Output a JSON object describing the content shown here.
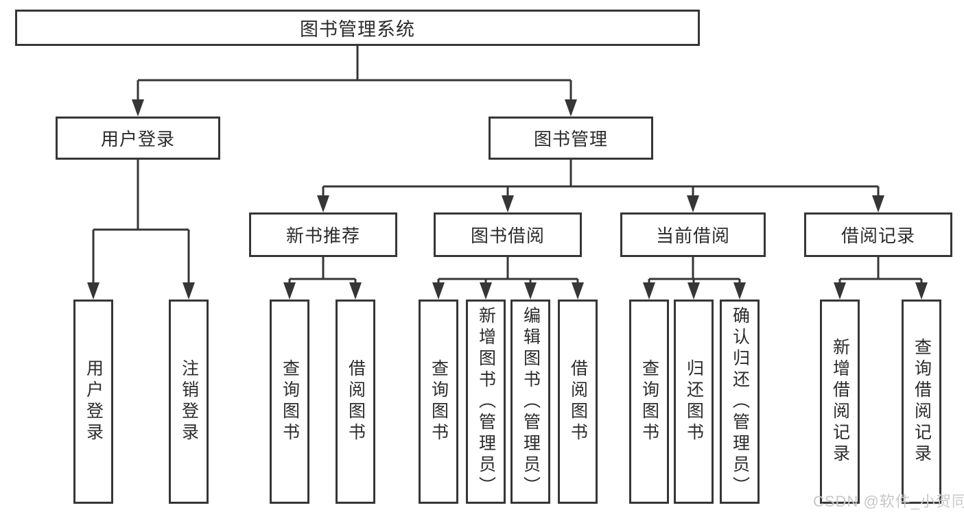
{
  "diagram": {
    "root": {
      "label": "图书管理系统"
    },
    "level2": {
      "user_login": {
        "label": "用户登录"
      },
      "book_management": {
        "label": "图书管理"
      }
    },
    "level3": {
      "new_book_recommend": {
        "label": "新书推荐"
      },
      "book_borrowing": {
        "label": "图书借阅"
      },
      "current_borrowing": {
        "label": "当前借阅"
      },
      "borrowing_records": {
        "label": "借阅记录"
      }
    },
    "leaves": {
      "user_login": {
        "label": "用户登录"
      },
      "logout": {
        "label": "注销登录"
      },
      "rec_query_books": {
        "label": "查询图书"
      },
      "rec_borrow_books": {
        "label": "借阅图书"
      },
      "bor_query_books": {
        "label": "查询图书"
      },
      "bor_add_books_admin": {
        "label": "新增图书（管理员）"
      },
      "bor_edit_books_admin": {
        "label": "编辑图书（管理员）"
      },
      "bor_borrow_books": {
        "label": "借阅图书"
      },
      "cur_query_books": {
        "label": "查询图书"
      },
      "cur_return_books": {
        "label": "归还图书"
      },
      "cur_confirm_return_admin": {
        "label": "确认归还（管理员）"
      },
      "recd_add_record": {
        "label": "新增借阅记录"
      },
      "recd_query_record": {
        "label": "查询借阅记录"
      }
    }
  },
  "watermark": {
    "text": "CSDN @软件_小贺同学"
  },
  "colors": {
    "line": "#363636",
    "text": "#2b2b2b",
    "watermark": "#c8c8c8",
    "background": "#ffffff"
  }
}
